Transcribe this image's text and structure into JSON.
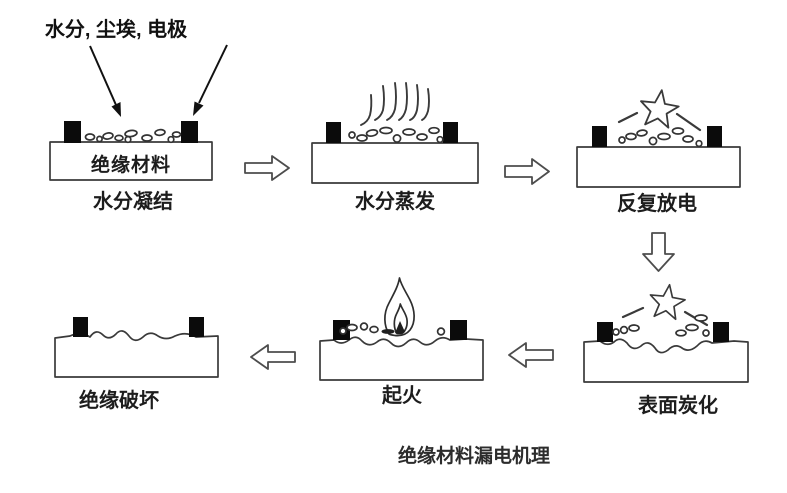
{
  "figure": {
    "title": "绝缘材料漏电机理",
    "background_color": "#ffffff",
    "ink_color": "#3a3a3a",
    "electrode_color": "#0b0b0b",
    "text_color": "#1d1d1d"
  },
  "annotation": {
    "label": "水分, 尘埃, 电极"
  },
  "stages": [
    {
      "caption": "水分凝结",
      "material_label": "绝缘材料"
    },
    {
      "caption": "水分蒸发"
    },
    {
      "caption": "反复放电"
    },
    {
      "caption": "表面炭化"
    },
    {
      "caption": "起火"
    },
    {
      "caption": "绝缘破坏"
    }
  ],
  "flow": {
    "arrow_icons": [
      "arrow-right-icon",
      "arrow-right-icon",
      "arrow-down-icon",
      "arrow-left-icon",
      "arrow-left-icon"
    ]
  }
}
